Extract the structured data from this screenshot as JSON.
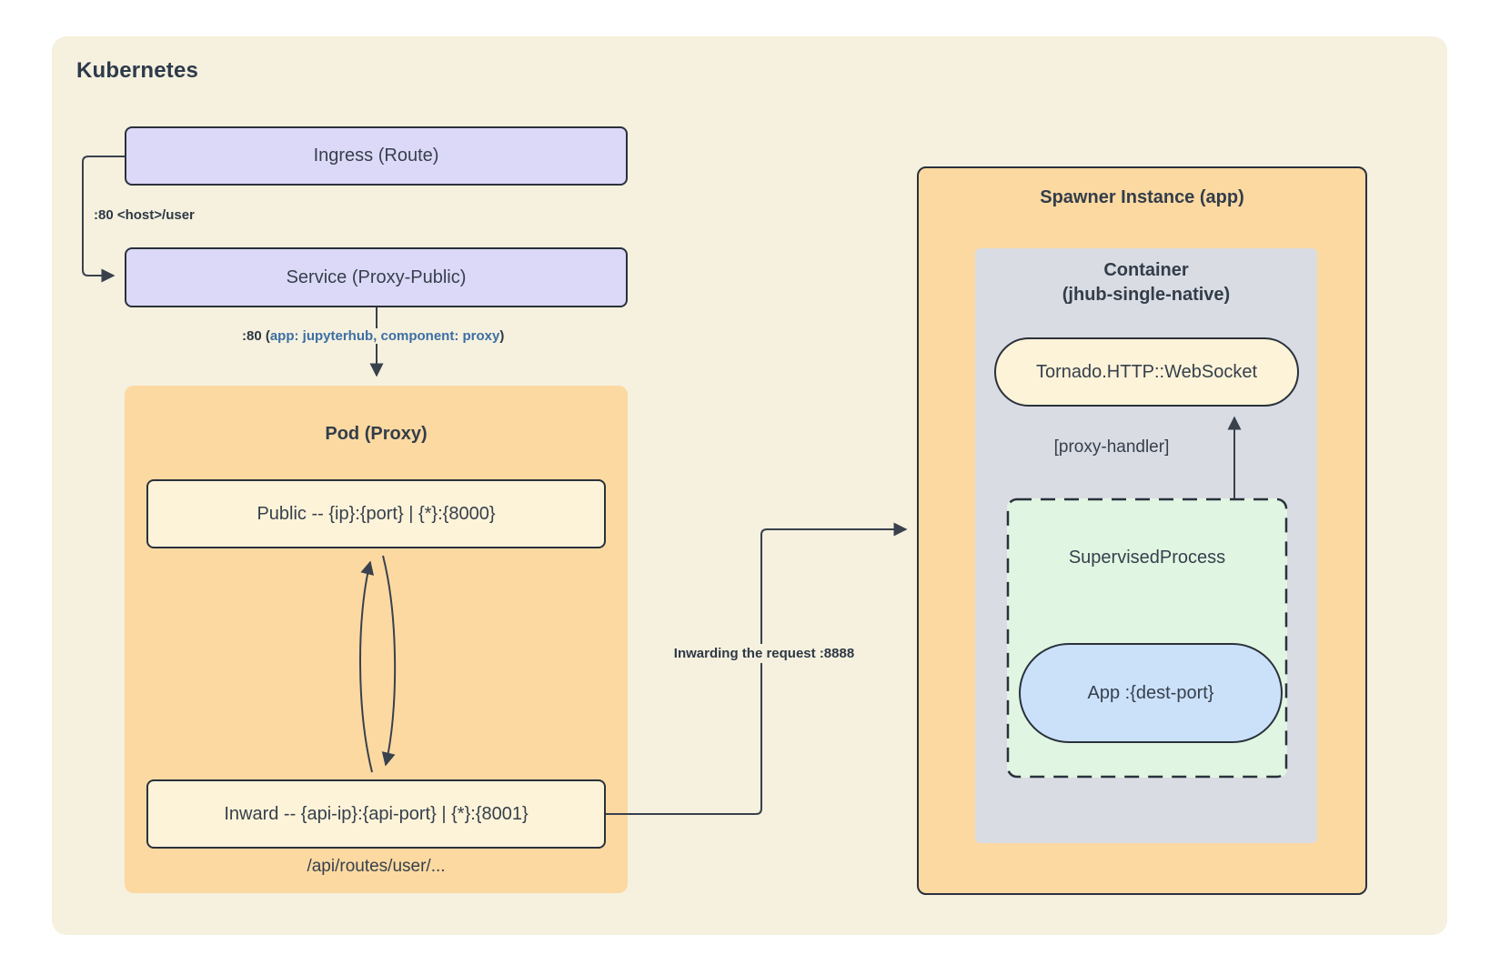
{
  "colors": {
    "page": "#ffffff",
    "canvas": "#f5f1de",
    "lavender": "#dcd9f8",
    "orange": "#fbd9a1",
    "cream": "#fdf3d8",
    "gray": "#d9dce2",
    "green": "#e1f6e2",
    "blue": "#cbe1fa",
    "stroke": "#2a313c",
    "text": "#36404d",
    "bluetext": "#3c6ea5"
  },
  "diagram": {
    "title": "Kubernetes",
    "nodes": {
      "ingress": {
        "label": "Ingress (Route)"
      },
      "service": {
        "label": "Service (Proxy-Public)"
      },
      "pod": {
        "title": "Pod (Proxy)",
        "public_label": "Public -- {ip}:{port} | {*}:{8000}",
        "inward_label": "Inward -- {api-ip}:{api-port} | {*}:{8001}",
        "routes_note": "/api/routes/user/..."
      },
      "spawner": {
        "title": "Spawner Instance (app)",
        "container_title_line1": "Container",
        "container_title_line2": "(jhub-single-native)",
        "websocket_label": "Tornado.HTTP::WebSocket",
        "supervised_label": "SupervisedProcess",
        "app_label": "App :{dest-port}"
      }
    },
    "edges": {
      "ingress_to_service_label": ":80 <host>/user",
      "service_to_pod_prefix": ":80 (",
      "service_to_pod_selector": "app: jupyterhub, component: proxy",
      "service_to_pod_suffix": ")",
      "inward_to_spawner_label": "Inwarding the request :8888",
      "proxy_handler_label": "[proxy-handler]"
    }
  }
}
